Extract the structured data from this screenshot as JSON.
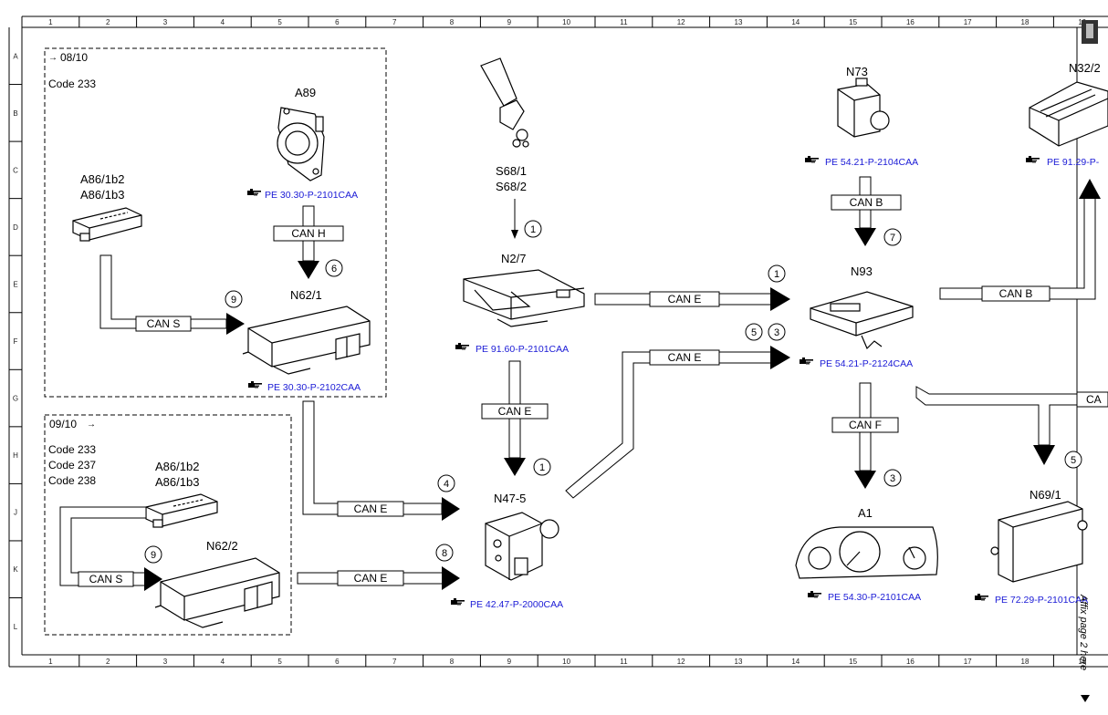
{
  "grid": {
    "columns": [
      "1",
      "2",
      "3",
      "4",
      "5",
      "6",
      "7",
      "8",
      "9",
      "10",
      "11",
      "12",
      "13",
      "14",
      "15",
      "16",
      "17",
      "18",
      "19"
    ],
    "rows": [
      "A",
      "B",
      "C",
      "D",
      "E",
      "F",
      "G",
      "H",
      "J",
      "K",
      "L"
    ]
  },
  "groups": {
    "group1": {
      "date": "08/10",
      "codes": [
        "Code 233"
      ]
    },
    "group2": {
      "date": "09/10",
      "codes": [
        "Code 233",
        "Code 237",
        "Code 238"
      ]
    }
  },
  "components": {
    "A86_1_g1": {
      "lines": [
        "A86/1b2",
        "A86/1b3"
      ]
    },
    "A89": {
      "name": "A89",
      "ref": "PE 30.30-P-2101CAA"
    },
    "N62_1": {
      "name": "N62/1",
      "ref": "PE 30.30-P-2102CAA"
    },
    "S68": {
      "lines": [
        "S68/1",
        "S68/2"
      ]
    },
    "N2_7": {
      "name": "N2/7",
      "ref": "PE 91.60-P-2101CAA"
    },
    "N47_5": {
      "name": "N47-5",
      "ref": "PE 42.47-P-2000CAA"
    },
    "A86_1_g2": {
      "lines": [
        "A86/1b2",
        "A86/1b3"
      ]
    },
    "N62_2": {
      "name": "N62/2"
    },
    "N73": {
      "name": "N73",
      "ref": "PE 54.21-P-2104CAA"
    },
    "N93": {
      "name": "N93",
      "ref": "PE 54.21-P-2124CAA"
    },
    "N32_2": {
      "name": "N32/2",
      "ref": "PE 91.29-P-"
    },
    "A1": {
      "name": "A1",
      "ref": "PE 54.30-P-2101CAA"
    },
    "N69_1": {
      "name": "N69/1",
      "ref": "PE 72.29-P-2101CAA"
    }
  },
  "connections": [
    {
      "id": "a86-n62-1",
      "bus": "CAN S",
      "step": "9"
    },
    {
      "id": "a89-n62-1",
      "bus": "CAN H",
      "step": "6"
    },
    {
      "id": "s68-n2-7",
      "bus": "",
      "step": "1"
    },
    {
      "id": "n2-7-n47-5",
      "bus": "CAN E",
      "step": "1"
    },
    {
      "id": "n62-1-n47-5",
      "bus": "CAN E",
      "step": "4"
    },
    {
      "id": "n62-2-n47-5",
      "bus": "CAN E",
      "step": "8"
    },
    {
      "id": "a86-n62-2",
      "bus": "CAN S",
      "step": "9"
    },
    {
      "id": "n2-7-n93",
      "bus": "CAN E",
      "step": "1"
    },
    {
      "id": "n47-5-n93",
      "bus": "CAN E",
      "steps": [
        "5",
        "3"
      ]
    },
    {
      "id": "n73-n93",
      "bus": "CAN B",
      "step": "7"
    },
    {
      "id": "n93-n32-2",
      "bus": "CAN B"
    },
    {
      "id": "n93-a1",
      "bus": "CAN F",
      "step": "3"
    },
    {
      "id": "n93-n69-1",
      "bus": "CA",
      "step": "5"
    }
  ],
  "side_note": "Affix page 2 here",
  "colors": {
    "reference_link": "#1a1ad6",
    "line": "#000000"
  }
}
